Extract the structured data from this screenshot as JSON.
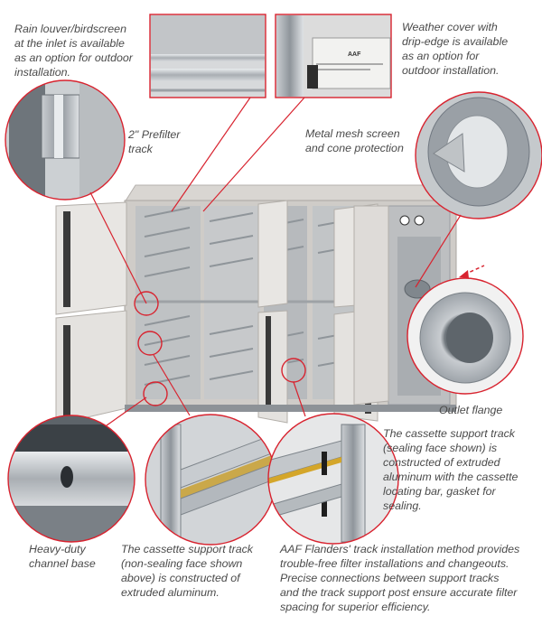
{
  "colors": {
    "accent": "#d8232f",
    "caption_text": "#4a4a4a",
    "cabinet": "#e7e5e2",
    "steel": "#b8bcc0"
  },
  "captions": {
    "rain_louver": "Rain louver/birdscreen\nat the inlet is available\nas an option for outdoor\ninstallation.",
    "weather_cover": "Weather cover with\ndrip-edge is available\nas an option for\noutdoor installation.",
    "prefilter_track": "2\" Prefilter\ntrack",
    "metal_mesh": "Metal mesh screen\nand cone protection",
    "outlet_flange": "Outlet flange",
    "cassette_sealing": "The cassette support track\n(sealing face shown) is\nconstructed of extruded\naluminum with the cassette\nlocating bar, gasket for\nsealing.",
    "channel_base": "Heavy-duty\nchannel base",
    "cassette_nonsealing": "The cassette support track\n(non-sealing face shown\nabove) is constructed of\nextruded aluminum.",
    "track_installation": "AAF Flanders' track installation method provides\ntrouble-free filter installations and changeouts.\nPrecise connections between support tracks\nand the track support post ensure accurate filter\nspacing for superior efficiency."
  },
  "label_plate": {
    "brand": "AAF"
  }
}
